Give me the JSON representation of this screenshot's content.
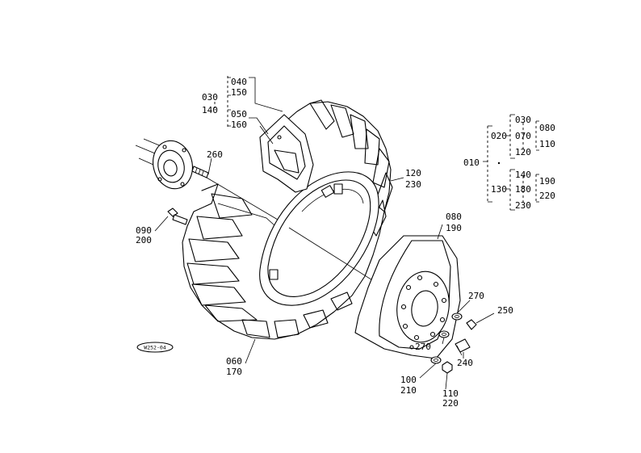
{
  "figure_code": "W252-04",
  "callouts": {
    "c010": "010",
    "c020": "020",
    "c030": "030",
    "c040": "040",
    "c050": "050",
    "c060": "060",
    "c070": "070",
    "c080": "080",
    "c090": "090",
    "c100": "100",
    "c110": "110",
    "c120": "120",
    "c130": "130",
    "c140": "140",
    "c150": "150",
    "c160": "160",
    "c170": "170",
    "c180": "180",
    "c190": "190",
    "c200": "200",
    "c210": "210",
    "c220": "220",
    "c230": "230",
    "c240": "240",
    "c250": "250",
    "c260": "260",
    "c270": "270"
  }
}
